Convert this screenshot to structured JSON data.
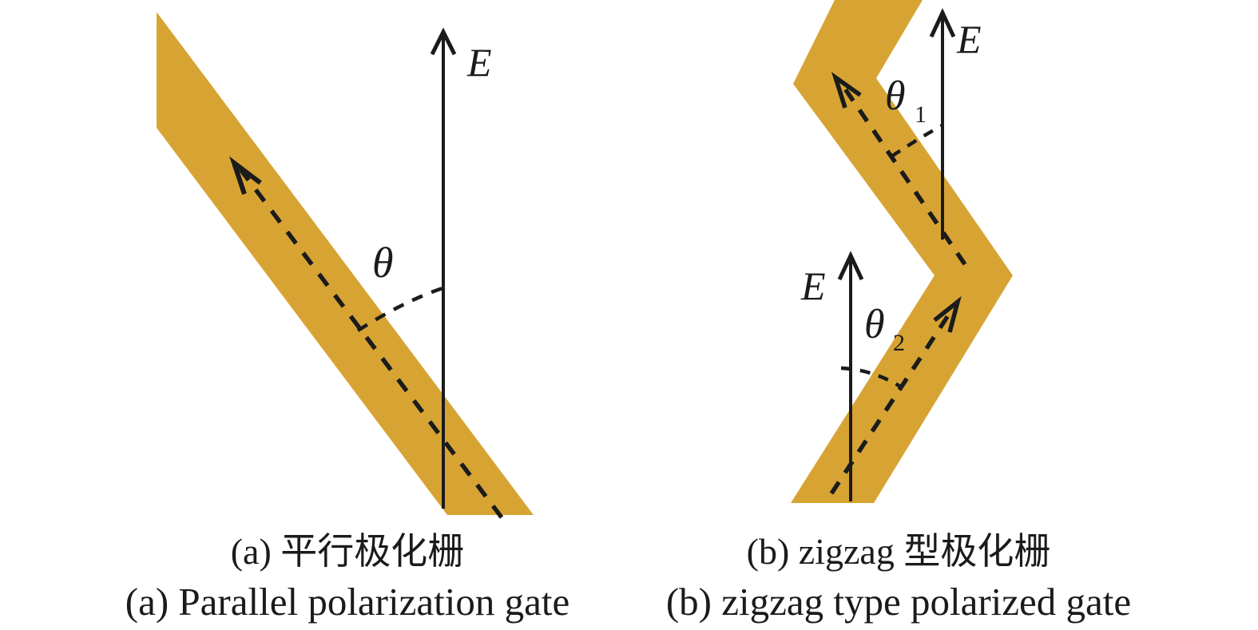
{
  "figure": {
    "colors": {
      "band": "#d7a434",
      "line": "#1b1b1b",
      "background": "#ffffff"
    },
    "panel_a": {
      "e_label": "E",
      "theta_label": "θ",
      "caption_zh": "(a) 平行极化栅",
      "caption_en": "(a) Parallel polarization gate"
    },
    "panel_b": {
      "e_label_top": "E",
      "e_label_bottom": "E",
      "theta1": {
        "base": "θ",
        "sub": "1"
      },
      "theta2": {
        "base": "θ",
        "sub": "2"
      },
      "caption_zh": "(b) zigzag 型极化栅",
      "caption_en": "(b) zigzag type polarized gate"
    }
  }
}
